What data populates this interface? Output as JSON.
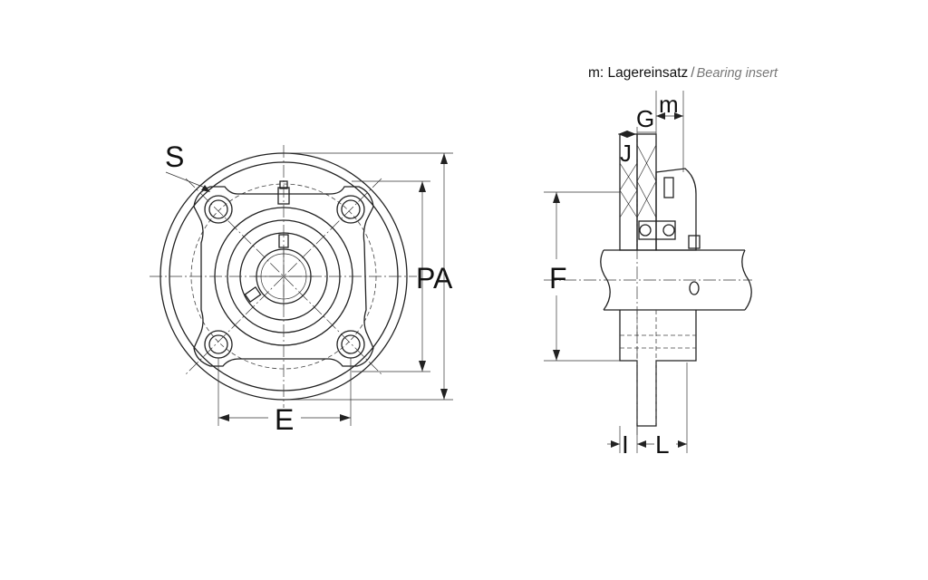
{
  "legend": {
    "key": "m:",
    "german": "Lagereinsatz",
    "separator": "/",
    "english": "Bearing insert"
  },
  "dimensions": {
    "S": "S",
    "PA": "PA",
    "E": "E",
    "F": "F",
    "J": "J",
    "G": "G",
    "m": "m",
    "I": "I",
    "L": "L"
  }
}
